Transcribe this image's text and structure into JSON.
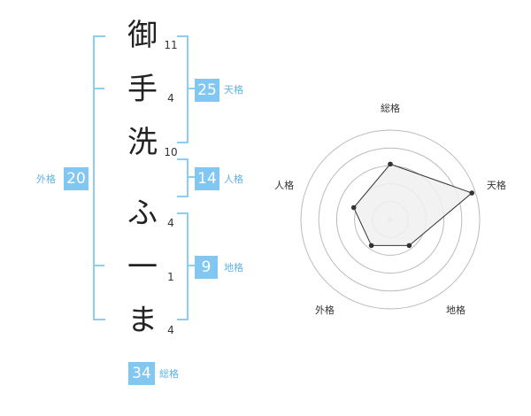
{
  "name": {
    "chars": [
      {
        "char": "御",
        "strokes": "11"
      },
      {
        "char": "手",
        "strokes": "4"
      },
      {
        "char": "洗",
        "strokes": "10"
      },
      {
        "char": "ふ",
        "strokes": "4"
      },
      {
        "char": "一",
        "strokes": "1"
      },
      {
        "char": "ま",
        "strokes": "4"
      }
    ]
  },
  "kakusu": {
    "tenkaku": {
      "value": "25",
      "label": "天格"
    },
    "jinkaku": {
      "value": "14",
      "label": "人格"
    },
    "chikaku": {
      "value": "9",
      "label": "地格"
    },
    "gaikaku": {
      "value": "20",
      "label": "外格"
    },
    "soukaku": {
      "value": "34",
      "label": "総格"
    }
  },
  "radar": {
    "axes": [
      "総格",
      "天格",
      "地格",
      "外格",
      "人格"
    ],
    "values": [
      0.62,
      0.96,
      0.36,
      0.36,
      0.43
    ],
    "colors": {
      "ring": "#bbbbbb",
      "fill": "#f0f0f0",
      "line": "#333333",
      "point": "#333333",
      "center": "#cccccc"
    }
  }
}
